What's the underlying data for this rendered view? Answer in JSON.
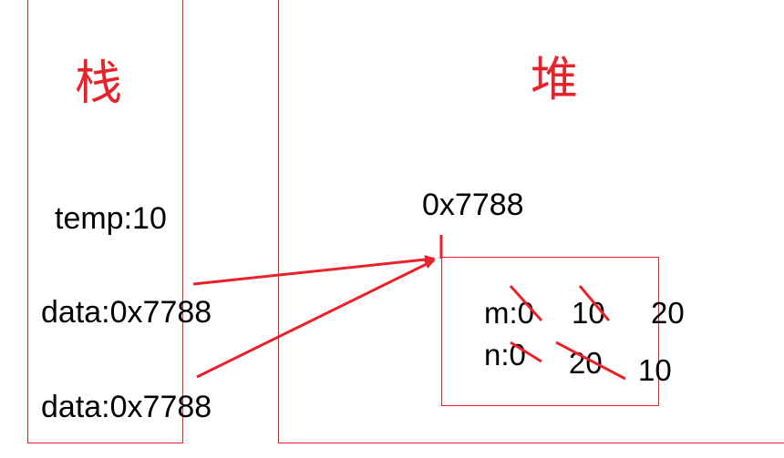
{
  "stack": {
    "title": "栈",
    "temp": "temp:10",
    "data_1": "data:0x7788",
    "data_2": "data:0x7788"
  },
  "heap": {
    "title": "堆",
    "address": "0x7788",
    "fields": {
      "m_label": "m:0",
      "m_value_1": "10",
      "m_value_2": "20",
      "n_label": "n:0",
      "n_value_1": "20",
      "n_value_2": "10"
    }
  },
  "colors": {
    "accent": "#e8222a",
    "text": "#000000"
  }
}
